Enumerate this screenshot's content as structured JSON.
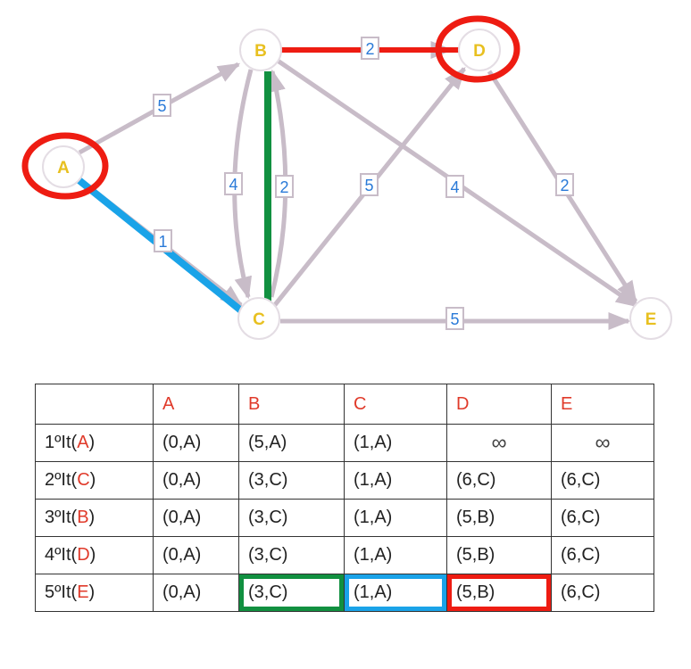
{
  "graph": {
    "nodes": [
      "A",
      "B",
      "C",
      "D",
      "E"
    ],
    "edges": [
      {
        "from": "A",
        "to": "B",
        "weight": "5"
      },
      {
        "from": "A",
        "to": "C",
        "weight": "1"
      },
      {
        "from": "B",
        "to": "D",
        "weight": "2"
      },
      {
        "from": "B",
        "to": "C",
        "weight": "4"
      },
      {
        "from": "C",
        "to": "B",
        "weight": "2"
      },
      {
        "from": "C",
        "to": "D",
        "weight": "5"
      },
      {
        "from": "B",
        "to": "E",
        "weight": "4"
      },
      {
        "from": "D",
        "to": "E",
        "weight": "2"
      },
      {
        "from": "C",
        "to": "E",
        "weight": "5"
      }
    ],
    "highlighted_path": [
      {
        "from": "A",
        "to": "C",
        "color": "#1aa3e8"
      },
      {
        "from": "C",
        "to": "B",
        "color": "#119040"
      },
      {
        "from": "B",
        "to": "D",
        "color": "#ee1c12"
      }
    ],
    "circled_nodes": [
      {
        "node": "A",
        "color": "#ee1c12"
      },
      {
        "node": "D",
        "color": "#ee1c12"
      }
    ]
  },
  "table": {
    "header": [
      "",
      "A",
      "B",
      "C",
      "D",
      "E"
    ],
    "rows": [
      {
        "iter": "1ºIt(",
        "node": "A",
        "close": ")",
        "cells": [
          "(0,A)",
          "(5,A)",
          "(1,A)",
          "∞",
          "∞"
        ]
      },
      {
        "iter": "2ºIt(",
        "node": "C",
        "close": ")",
        "cells": [
          "(0,A)",
          "(3,C)",
          "(1,A)",
          "(6,C)",
          "(6,C)"
        ]
      },
      {
        "iter": "3ºIt(",
        "node": "B",
        "close": ")",
        "cells": [
          "(0,A)",
          "(3,C)",
          "(1,A)",
          "(5,B)",
          "(6,C)"
        ]
      },
      {
        "iter": "4ºIt(",
        "node": "D",
        "close": ")",
        "cells": [
          "(0,A)",
          "(3,C)",
          "(1,A)",
          "(5,B)",
          "(6,C)"
        ]
      },
      {
        "iter": "5ºIt(",
        "node": "E",
        "close": ")",
        "cells": [
          "(0,A)",
          "(3,C)",
          "(1,A)",
          "(5,B)",
          "(6,C)"
        ]
      }
    ],
    "final_highlights": [
      {
        "col": "B",
        "color": "#119040"
      },
      {
        "col": "C",
        "color": "#1aa3e8"
      },
      {
        "col": "D",
        "color": "#ee1c12"
      }
    ]
  },
  "colors": {
    "edge": "#c8bcc8",
    "node_label": "#e8c020",
    "weight_label": "#2a7ad8",
    "header_text": "#e03a2a"
  }
}
